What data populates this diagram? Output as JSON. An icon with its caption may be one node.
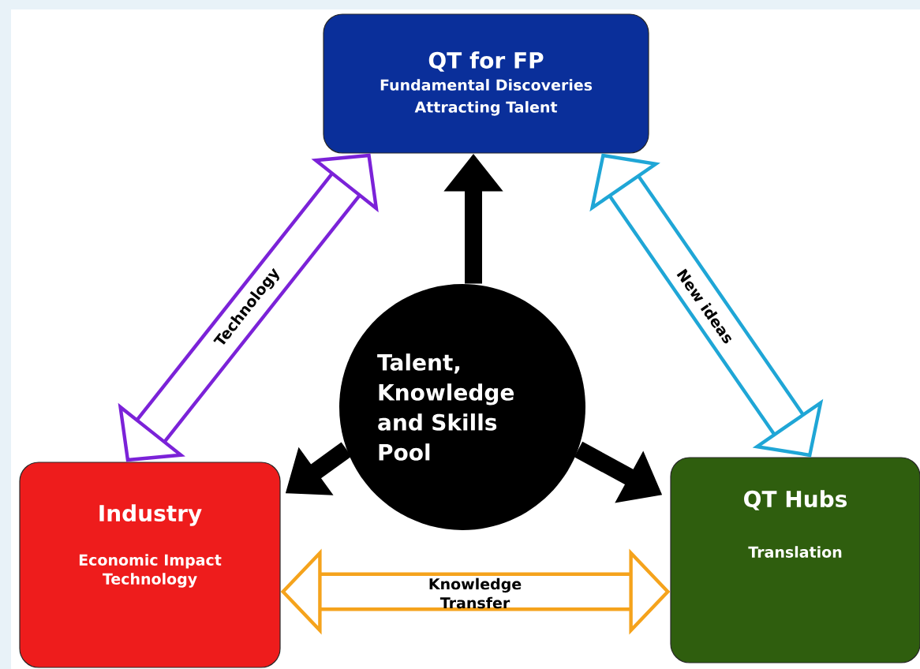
{
  "diagram": {
    "nodes": [
      {
        "text": [
          "QT for FP",
          "Fundamental Discoveries",
          "Attracting Talent"
        ]
      },
      {
        "text": [
          "Industry",
          "Economic Impact",
          "Technology"
        ]
      },
      {
        "text": [
          "QT Hubs",
          "Translation"
        ]
      },
      {
        "text": [
          "Talent, Knowledge and Skills Pool"
        ]
      }
    ],
    "edges": [
      {
        "from": 3,
        "to": 0,
        "arrow": "to",
        "color": "#000000"
      },
      {
        "from": 3,
        "to": 1,
        "arrow": "to",
        "color": "#000000"
      },
      {
        "from": 3,
        "to": 2,
        "arrow": "to",
        "color": "#000000"
      },
      {
        "from": 1,
        "to": 0,
        "arrow": "both",
        "label": "Technology",
        "style": "thick",
        "color": "#7b22d8"
      },
      {
        "from": 2,
        "to": 0,
        "arrow": "both",
        "label": "New ideas",
        "style": "thick",
        "color": "#1fa6d6"
      },
      {
        "from": 1,
        "to": 2,
        "arrow": "both",
        "label": "Knowledge Transfer",
        "style": "thick",
        "color": "#f5a31c"
      }
    ]
  }
}
